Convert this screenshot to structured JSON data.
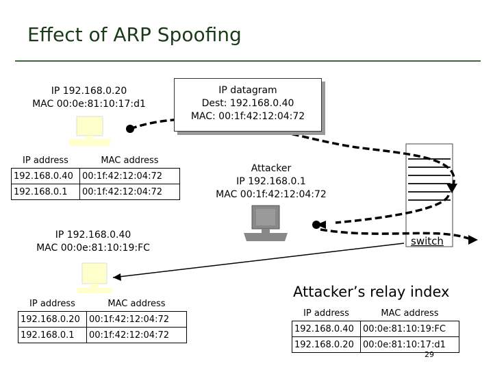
{
  "title": "Effect of ARP Spoofing",
  "host1": {
    "ip": "IP 192.168.0.20",
    "mac": "MAC 00:0e:81:10:17:d1"
  },
  "host2": {
    "ip": "IP 192.168.0.40",
    "mac": "MAC 00:0e:81:10:19:FC"
  },
  "attacker": {
    "name": "Attacker",
    "ip": "IP 192.168.0.1",
    "mac": "MAC 00:1f:42:12:04:72"
  },
  "datagram": {
    "line1": "IP datagram",
    "line2": "Dest: 192.168.0.40",
    "line3": "MAC: 00:1f:42:12:04:72"
  },
  "switch_label": "switch",
  "table1": {
    "headers": [
      "IP address",
      "MAC address"
    ],
    "rows": [
      [
        "192.168.0.40",
        "00:1f:42:12:04:72"
      ],
      [
        "192.168.0.1",
        "00:1f:42:12:04:72"
      ]
    ]
  },
  "table2": {
    "headers": [
      "IP address",
      "MAC address"
    ],
    "rows": [
      [
        "192.168.0.20",
        "00:1f:42:12:04:72"
      ],
      [
        "192.168.0.1",
        "00:1f:42:12:04:72"
      ]
    ]
  },
  "relay": {
    "title": "Attacker’s relay index",
    "headers": [
      "IP address",
      "MAC address"
    ],
    "rows": [
      [
        "192.168.0.40",
        "00:0e:81:10:19:FC"
      ],
      [
        "192.168.0.20",
        "00:0e:81:10:17:d1"
      ]
    ]
  },
  "page_number": "29",
  "colors": {
    "title": "#1a3a1a",
    "rule": "#3a6a3a",
    "host_fill": "#ffffcc",
    "attacker_fill": "#888888"
  }
}
